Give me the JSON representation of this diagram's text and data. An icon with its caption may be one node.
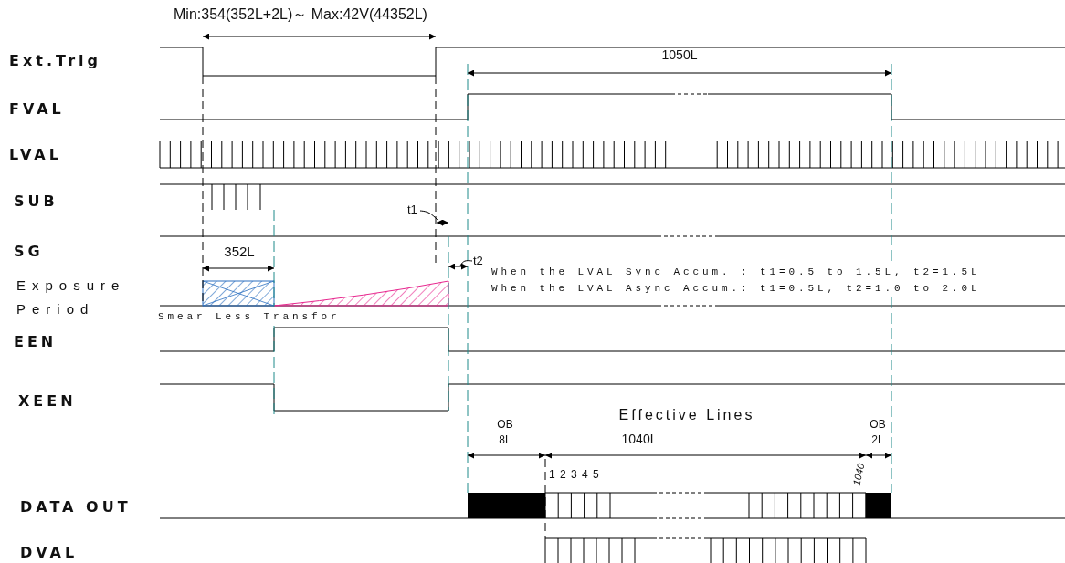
{
  "diagram": {
    "labels": [
      "Min:354(352L+2L)～ Max:42V(44352L)",
      "Ext.Trig",
      "1050L",
      "FVAL",
      "LVAL",
      "SUB",
      "t1",
      "SG",
      "352L",
      "t2",
      "Exposure Period",
      "When the LVAL Sync Accum. : t1=0.5 to 1.5L, t2=1.5L",
      "When the LVAL Async Accum.: t1=0.5L, t2=1.0 to 2.0L",
      "Smear Less Transfor",
      "EEN",
      "XEEN",
      "Effective Lines",
      "OB 8L",
      "1040L",
      "OB 2L",
      "1 2 3 4 5",
      "1040",
      "DATA OUT",
      "DVAL"
    ]
  }
}
